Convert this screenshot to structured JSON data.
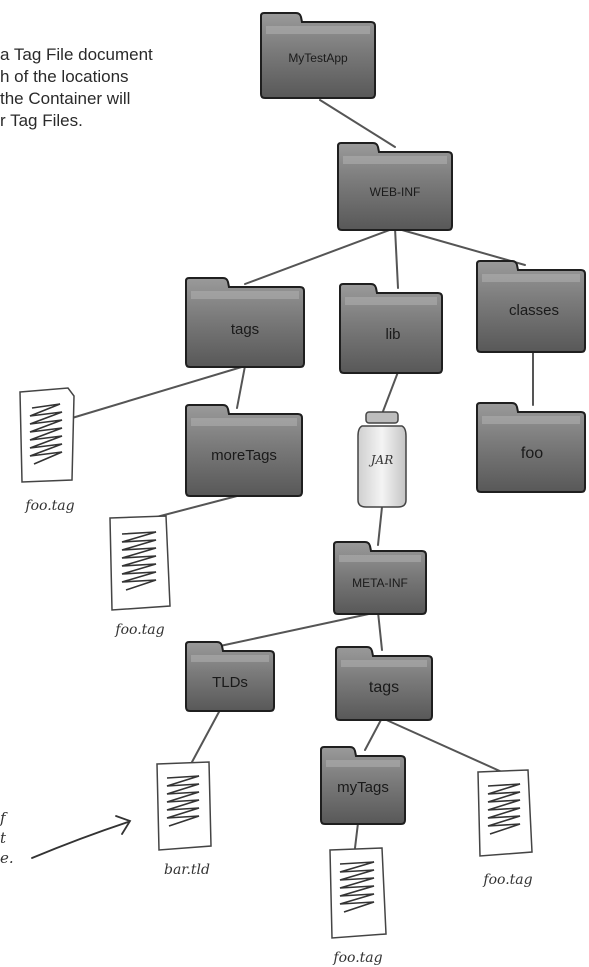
{
  "intro_text": "a Tag File document\nh of the locations\nthe Container will\nr Tag Files.",
  "side_note": "f\nt\ne.",
  "folders": {
    "mytestapp": "MyTestApp",
    "webinf": "WEB-INF",
    "tags": "tags",
    "lib": "lib",
    "classes": "classes",
    "moretags": "moreTags",
    "foo": "foo",
    "metainf": "META-INF",
    "tlds": "TLDs",
    "jar_tags": "tags",
    "mytags": "myTags"
  },
  "jar_label": "JAR",
  "files": {
    "foo_tag_1": "foo.tag",
    "foo_tag_2": "foo.tag",
    "bar_tld": "bar.tld",
    "foo_tag_3": "foo.tag",
    "foo_tag_4": "foo.tag"
  },
  "colors": {
    "folder_fill": "#6e6e6e",
    "folder_highlight": "#a3a3a3",
    "folder_edge": "#1f1f1f",
    "connector": "#555555",
    "jar_fill": "#e8e8e8"
  }
}
